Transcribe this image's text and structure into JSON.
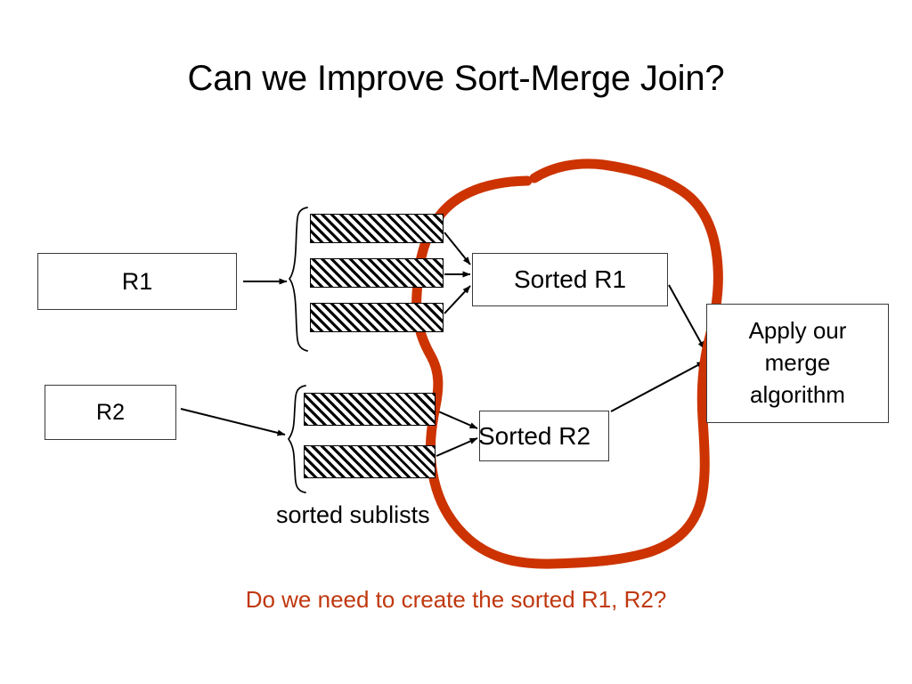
{
  "slide": {
    "title": "Can we Improve Sort-Merge Join?",
    "background_color": "#FFFFFF"
  },
  "boxes": {
    "r1": {
      "label": "R1"
    },
    "r2": {
      "label": "R2"
    },
    "sorted_r1": {
      "label": "Sorted R1"
    },
    "sorted_r2": {
      "label": "Sorted R2"
    },
    "merge": {
      "line1": "Apply our",
      "line2": "merge",
      "line3": "algorithm"
    }
  },
  "labels": {
    "sorted_sublists": "sorted sublists",
    "question": "Do we need to create the sorted R1, R2?"
  },
  "colors": {
    "annotation": "#CC3300",
    "question_text": "#C0380F",
    "box_border": "#3A3A3A",
    "sublist_border": "#000000",
    "text": "#000000"
  },
  "sublists": {
    "r1_count": 3,
    "r2_count": 2,
    "fill": "diagonal-hatch"
  },
  "annotation": {
    "name": "hand-drawn-red-oval",
    "stroke_width": 11,
    "encircles": [
      "Sorted R1",
      "Sorted R2",
      "merge-arrows"
    ]
  }
}
